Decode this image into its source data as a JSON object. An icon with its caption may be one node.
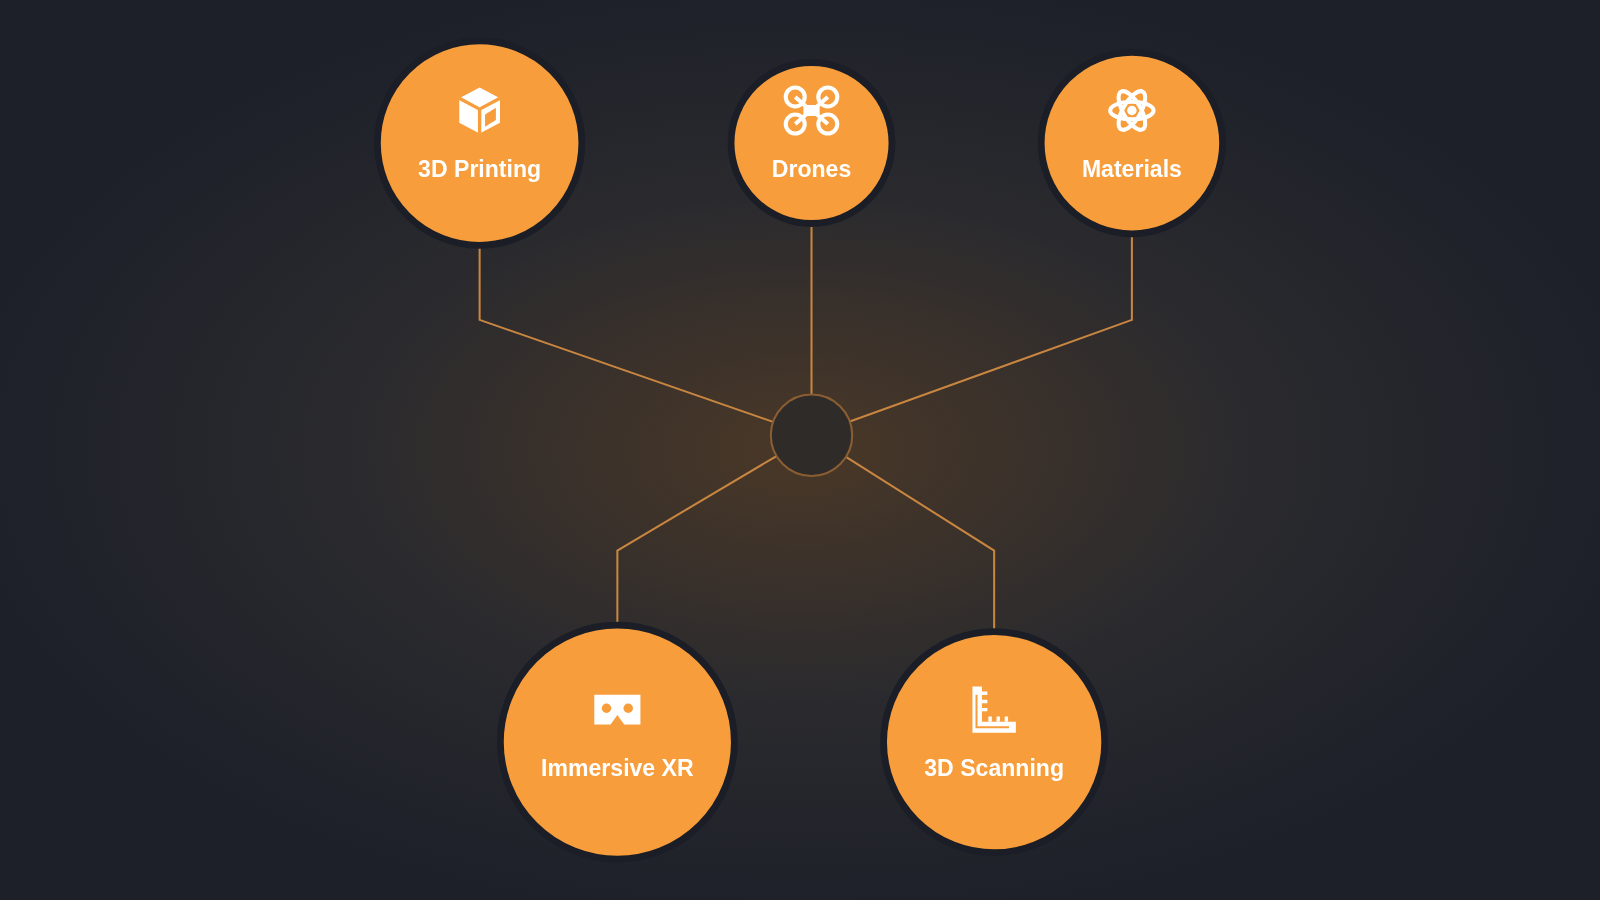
{
  "diagram": {
    "nodes": [
      {
        "text": [
          "3D Printing"
        ]
      },
      {
        "text": [
          "Drones"
        ]
      },
      {
        "text": [
          "Materials"
        ]
      },
      {
        "text": [],
        "shape": "circle"
      },
      {
        "text": [
          "Immersive XR"
        ]
      },
      {
        "text": [
          "3D Scanning"
        ]
      }
    ],
    "edges": [
      {
        "from": 0,
        "to": 3,
        "arrow": "none"
      },
      {
        "from": 1,
        "to": 3,
        "arrow": "none"
      },
      {
        "from": 2,
        "to": 3,
        "arrow": "none"
      },
      {
        "from": 3,
        "to": 4,
        "arrow": "none"
      },
      {
        "from": 3,
        "to": 5,
        "arrow": "none"
      }
    ]
  }
}
